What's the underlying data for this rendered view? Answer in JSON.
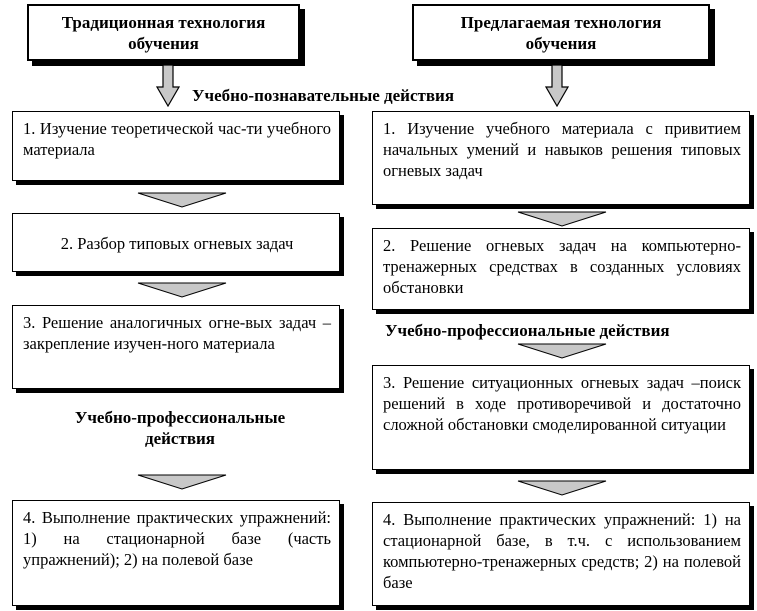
{
  "left": {
    "header_line1": "Традиционная технология",
    "header_line2": "обучения",
    "step1": "1. Изучение теоретической час-ти учебного материала",
    "step2": "2. Разбор типовых огневых задач",
    "step3": "3. Решение аналогичных огне-вых задач – закрепление изучен-ного материала",
    "section_line1": "Учебно-профессиональные",
    "section_line2": "действия",
    "step4": "4. Выполнение практических упражнений: 1) на стационарной базе (часть упражнений); 2) на полевой базе"
  },
  "right": {
    "header_line1": "Предлагаемая технология",
    "header_line2": "обучения",
    "step1": "1. Изучение учебного материала с привитием начальных умений и навыков решения типовых огневых задач",
    "step2": "2. Решение огневых задач на компьютерно-тренажерных средствах в созданных условиях обстановки",
    "section": "Учебно-профессиональные действия",
    "step3": "3. Решение ситуационных огневых задач –поиск решений в ходе противоречивой и достаточно сложной обстановки смоделированной ситуации",
    "step4": "4. Выполнение практических упражнений: 1) на стационарной базе, в т.ч. с использованием компьютерно-тренажерных средств; 2) на полевой базе"
  },
  "shared": {
    "section_top": "Учебно-познавательные действия"
  },
  "colors": {
    "arrow_fill": "#c8c8c8",
    "stroke": "#000000"
  }
}
